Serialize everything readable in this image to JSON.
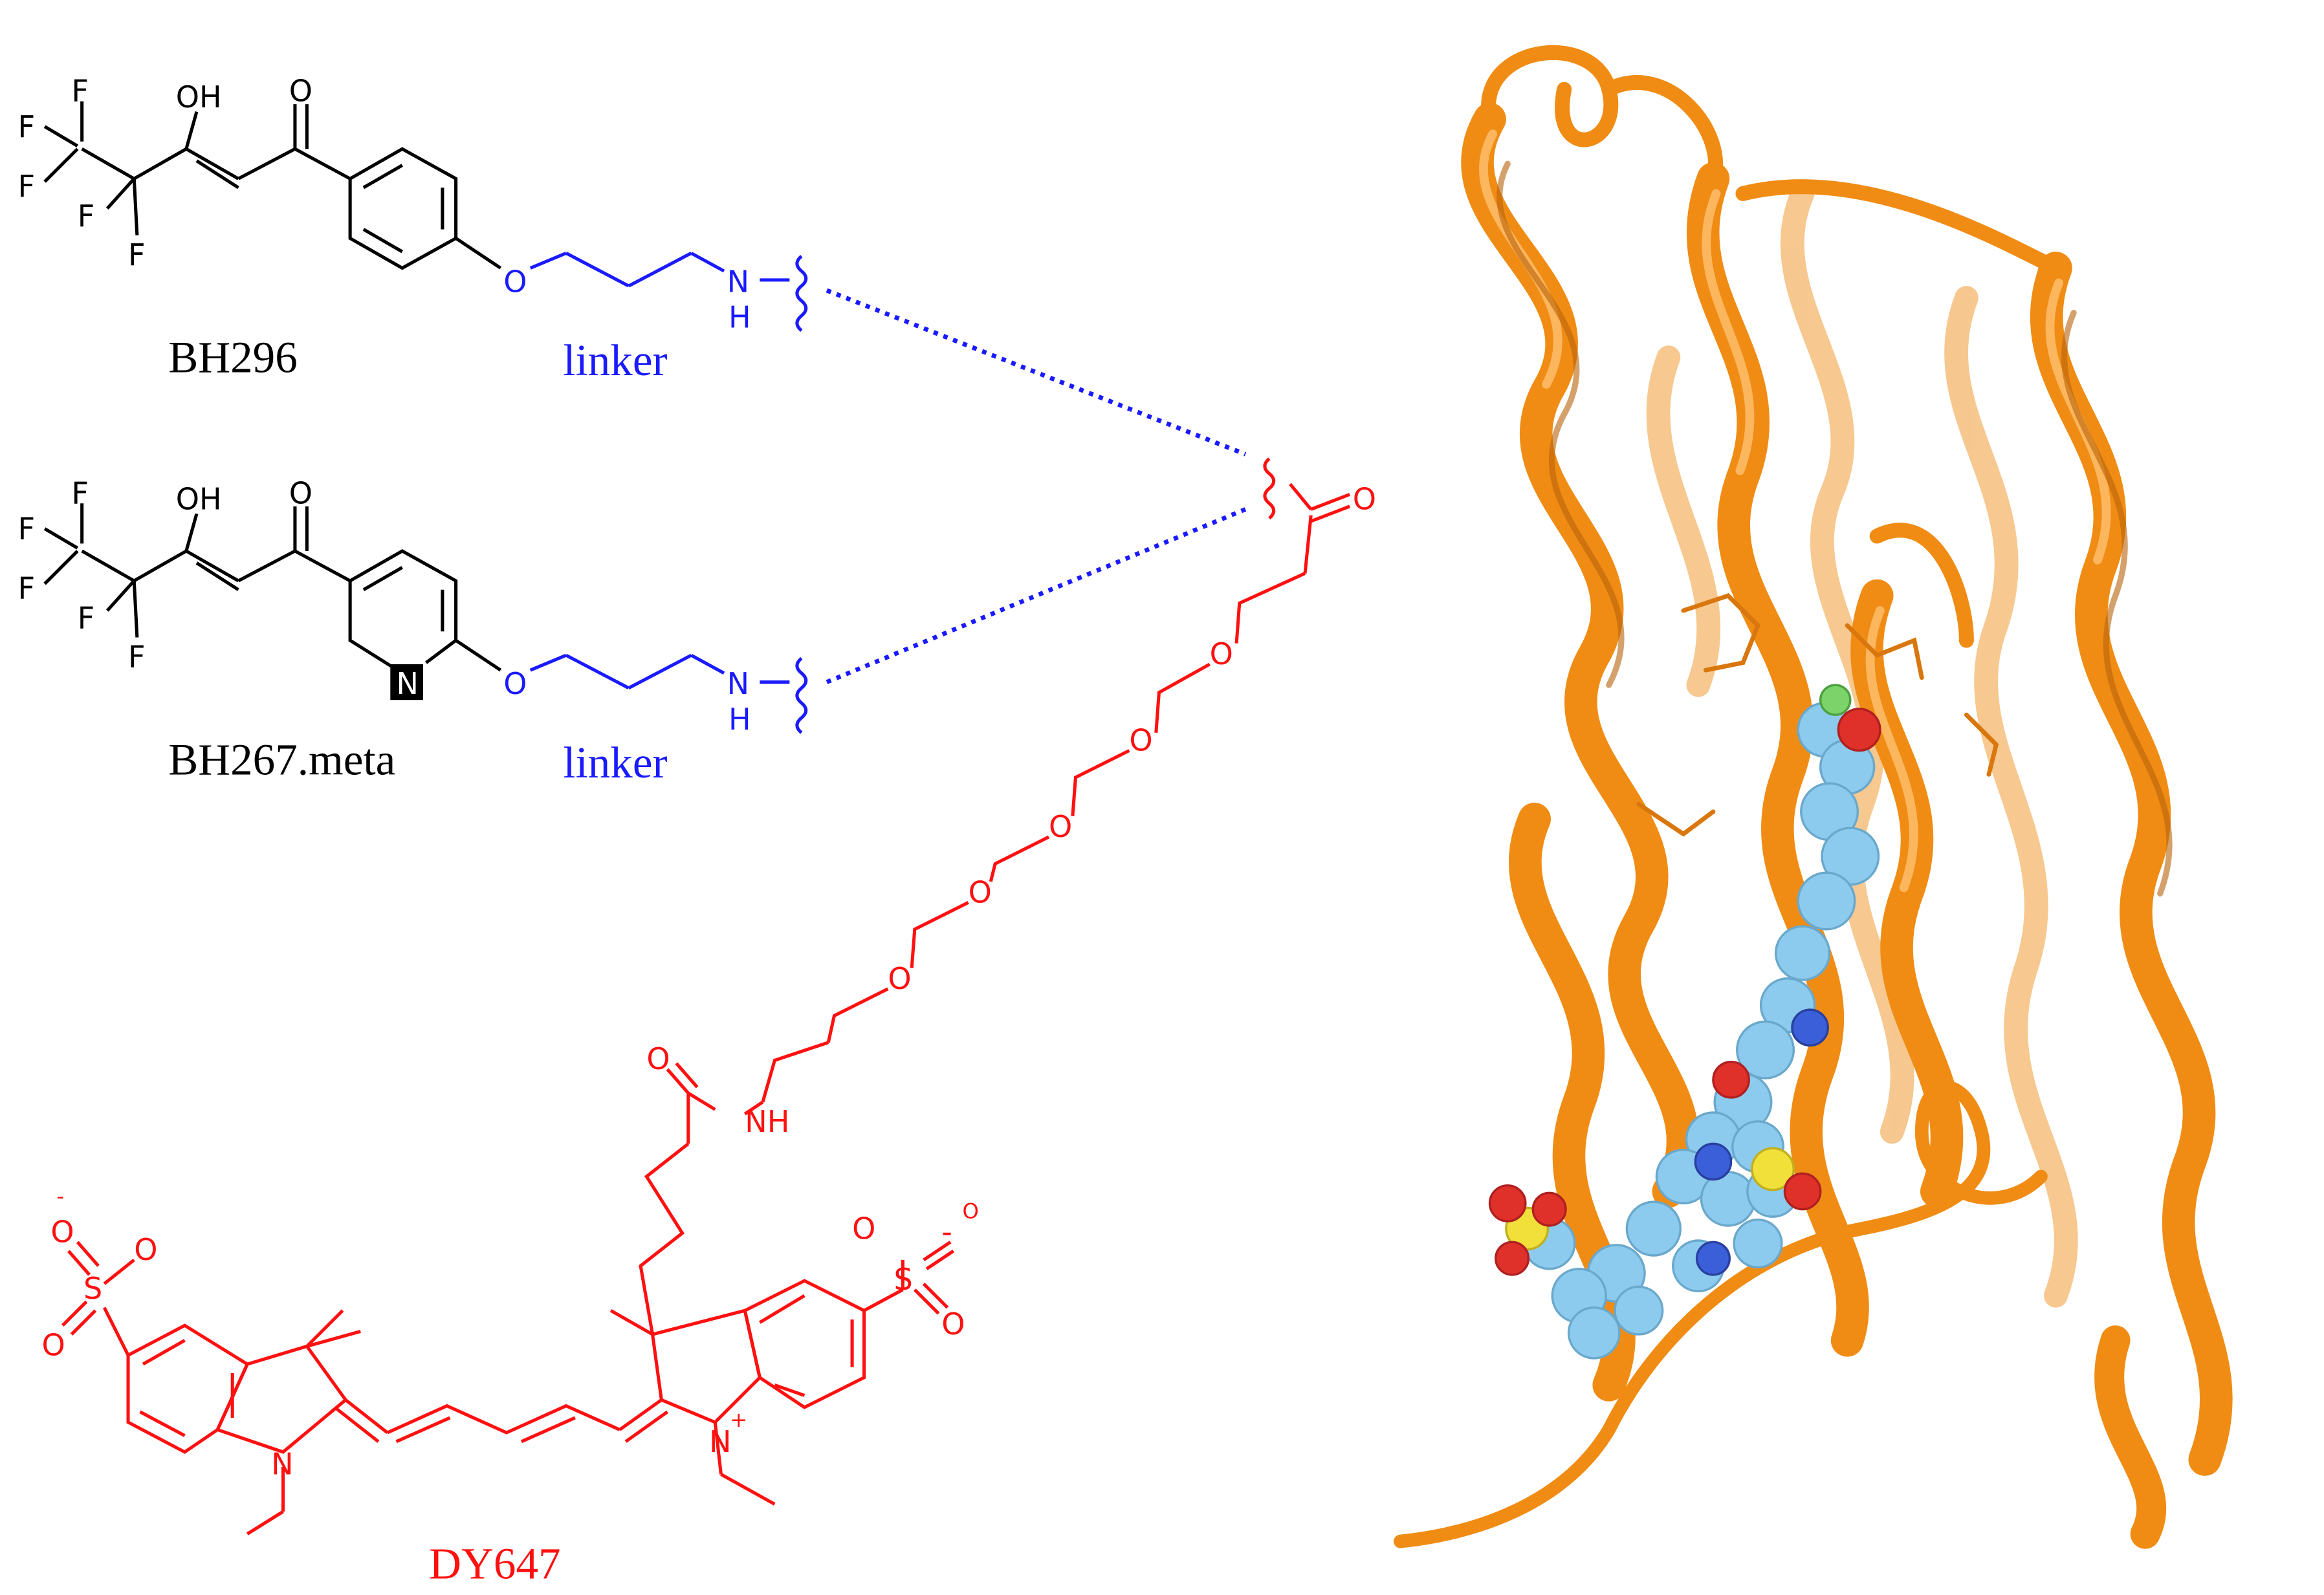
{
  "colors": {
    "scaffold": "#000000",
    "linker": "#1a1aff",
    "dye": "#ff1010",
    "protein": "#f08c14",
    "protein_dark": "#b8620a",
    "ligand": "#8ccbee"
  },
  "compound_top": {
    "name": "BH296",
    "linker_label": "linker",
    "atoms": {
      "f1": "F",
      "f2": "F",
      "f3": "F",
      "f4": "F",
      "f5": "F",
      "oh": "OH",
      "o_keto": "O",
      "o_ether": "O",
      "nh": "N",
      "h": "H"
    }
  },
  "compound_bottom": {
    "name": "BH267.meta",
    "linker_label": "linker",
    "atoms": {
      "f1": "F",
      "f2": "F",
      "f3": "F",
      "f4": "F",
      "f5": "F",
      "oh": "OH",
      "o_keto": "O",
      "n_ring": "N",
      "o_ether": "O",
      "nh": "N",
      "h": "H"
    }
  },
  "dye": {
    "name": "DY647",
    "atoms": {
      "o_carbonyl": "O",
      "peg_o1": "O",
      "peg_o2": "O",
      "peg_o3": "O",
      "peg_o4": "O",
      "peg_o5": "O",
      "amide_o": "O",
      "nh": "NH",
      "s_left": "S",
      "o_left_top": "O",
      "o_left_charge": "-",
      "o_left_mid": "O",
      "o_left_bottom": "O",
      "s_right": "S",
      "o_right_top": "O",
      "o_right_charge": "-",
      "o_right_mid": "O",
      "o_right_bottom": "O",
      "n_left": "N",
      "n_right": "N",
      "n_plus": "+"
    }
  }
}
